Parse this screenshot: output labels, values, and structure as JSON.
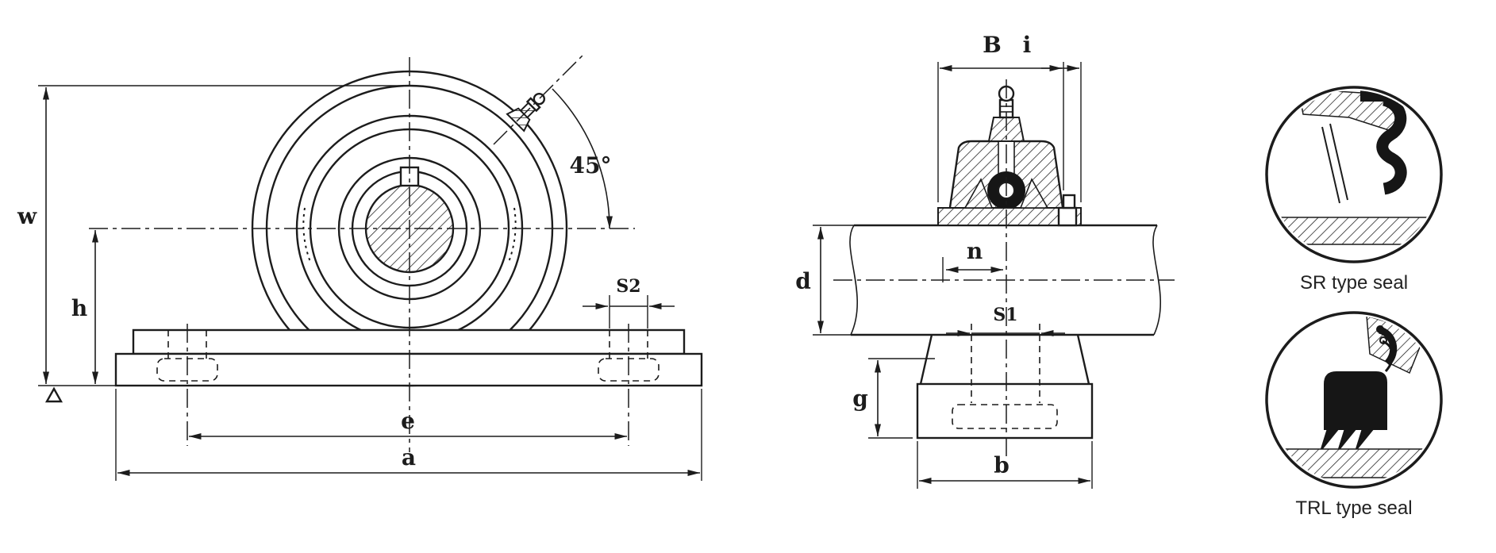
{
  "page": {
    "background": "#ffffff",
    "ink": "#1c1c1c",
    "description": "Pillow block bearing unit dimensional drawing with seal detail views"
  },
  "front_view": {
    "name": "pillow block front view",
    "dims": {
      "w": "w",
      "h": "h",
      "e": "e",
      "a": "a",
      "s2": "S2",
      "angle": "45°"
    }
  },
  "side_view": {
    "name": "pillow block side section view",
    "dims": {
      "B": "B",
      "i": "i",
      "d": "d",
      "n": "n",
      "s1": "S1",
      "g": "g",
      "b": "b"
    }
  },
  "seal_details": [
    {
      "label": "SR type seal"
    },
    {
      "label": "TRL type seal"
    }
  ]
}
